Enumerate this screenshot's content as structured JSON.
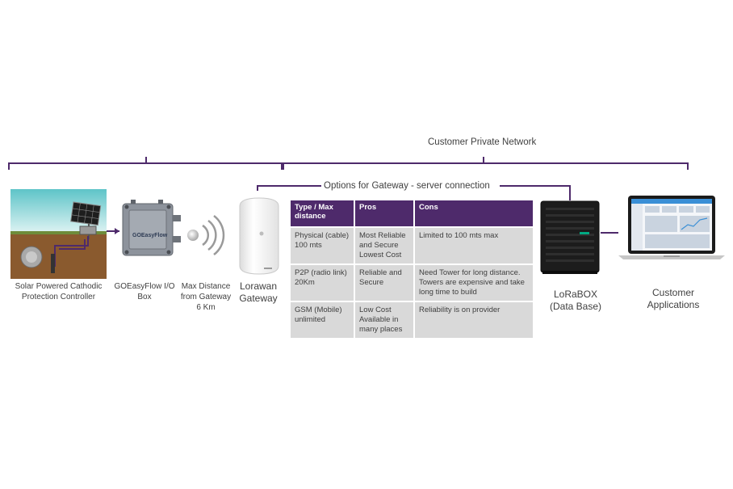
{
  "headers": {
    "private_network": "Customer Private Network",
    "gateway_options": "Options for Gateway - server connection"
  },
  "devices": {
    "solar": "Solar Powered Cathodic Protection Controller",
    "io_box": "GOEasyFlow I/O Box",
    "io_box_logo": "GOEasyFlow",
    "distance": "Max Distance from Gateway 6 Km",
    "gateway": "Lorawan Gateway",
    "lorabox": "LoRaBOX (Data Base)",
    "apps": "Customer Applications"
  },
  "table": {
    "columns": [
      "Type / Max distance",
      "Pros",
      "Cons"
    ],
    "rows": [
      [
        "Physical (cable) 100 mts",
        "Most Reliable and Secure Lowest Cost",
        "Limited to 100 mts max"
      ],
      [
        "P2P (radio link) 20Km",
        "Reliable and Secure",
        "Need Tower for long distance. Towers are expensive and take long time to build"
      ],
      [
        "GSM (Mobile) unlimited",
        "Low Cost Available in many places",
        "Reliability is on provider"
      ]
    ]
  },
  "colors": {
    "accent": "#4e2a6b",
    "cell": "#d9d9d9"
  }
}
